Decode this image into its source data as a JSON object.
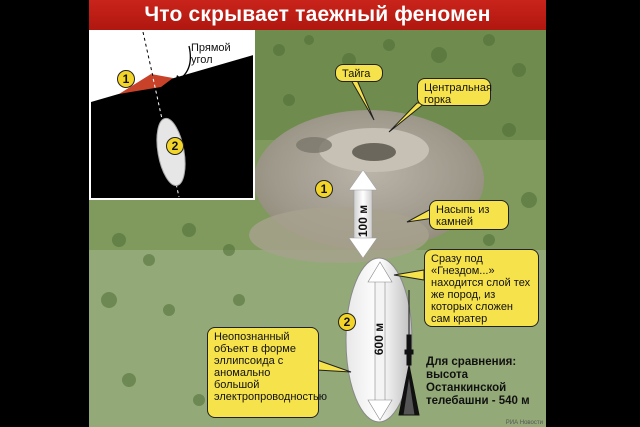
{
  "title": "Что скрывает таежный феномен",
  "inset": {
    "angle_label": "Прямой угол",
    "marker_1": "1",
    "marker_2": "2"
  },
  "labels": {
    "taiga": "Тайга",
    "central_hill": "Центральная горка",
    "stone_mound": "Насыпь из камней",
    "directly_below": "Сразу под «Гнездом...» находится слой тех же пород, из которых сложен сам кратер",
    "unidentified_object": "Неопознанный объект в форме эллипсоида с аномально большой электропроводностью",
    "comparison": "Для сравнения: высота Останкинской телебашни - 540 м",
    "marker_1": "1",
    "marker_2": "2",
    "distance_100": "100 м",
    "length_600": "600 м",
    "credit": "РИА Новости"
  },
  "colors": {
    "title_bg": "#c9241b",
    "callout_bg": "#f6e24a",
    "marker_bg": "#f3d52a"
  }
}
